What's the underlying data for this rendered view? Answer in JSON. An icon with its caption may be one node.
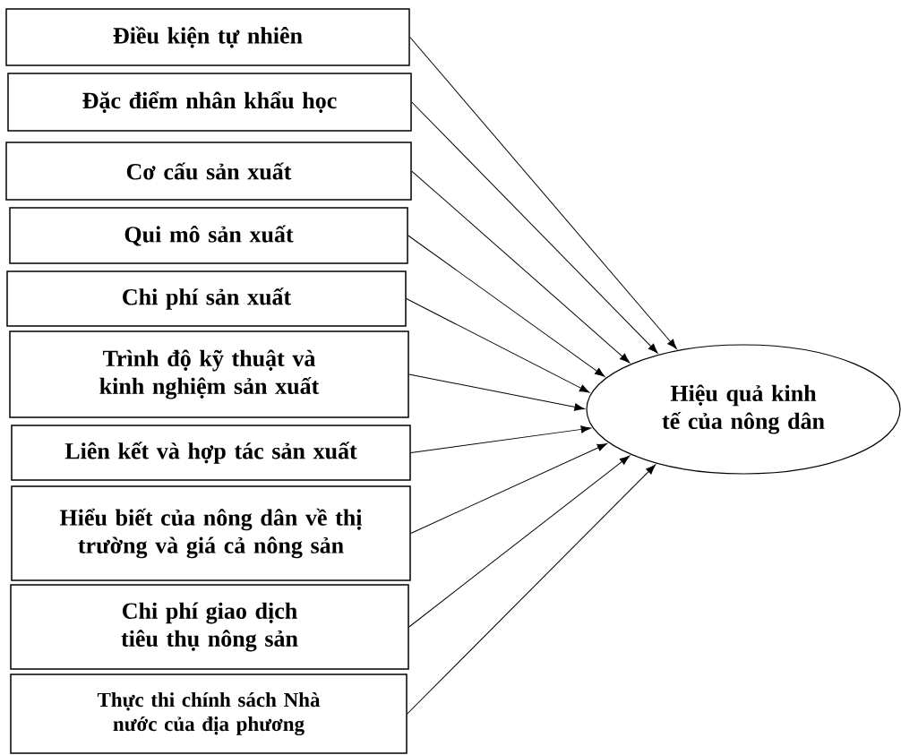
{
  "diagram": {
    "nodes": [
      {
        "text": [
          "Điều kiện tự nhiên"
        ]
      },
      {
        "text": [
          "Đặc điểm nhân khẩu học"
        ]
      },
      {
        "text": [
          "Cơ cấu sản xuất"
        ]
      },
      {
        "text": [
          "Qui mô sản xuất"
        ]
      },
      {
        "text": [
          "Chi phí sản xuất"
        ]
      },
      {
        "text": [
          "Trình độ kỹ thuật và kinh nghiệm sản xuất"
        ]
      },
      {
        "text": [
          "Liên kết và hợp tác sản xuất"
        ]
      },
      {
        "text": [
          "Hiểu biết của nông dân về thị trường và giá cả nông sản"
        ]
      },
      {
        "text": [
          "Chi phí giao dịch tiêu thụ nông sản"
        ]
      },
      {
        "text": [
          "Thực thi chính sách Nhà nước của địa phương"
        ]
      },
      {
        "text": [
          "Hiệu quả kinh tế của nông dân"
        ]
      }
    ],
    "edges": [
      {
        "from": 0,
        "to": 10,
        "arrow": "to"
      },
      {
        "from": 1,
        "to": 10,
        "arrow": "to"
      },
      {
        "from": 2,
        "to": 10,
        "arrow": "to"
      },
      {
        "from": 3,
        "to": 10,
        "arrow": "to"
      },
      {
        "from": 4,
        "to": 10,
        "arrow": "to"
      },
      {
        "from": 5,
        "to": 10,
        "arrow": "to"
      },
      {
        "from": 6,
        "to": 10,
        "arrow": "to"
      },
      {
        "from": 7,
        "to": 10,
        "arrow": "to"
      },
      {
        "from": 8,
        "to": 10,
        "arrow": "to"
      },
      {
        "from": 9,
        "to": 10,
        "arrow": "to"
      }
    ]
  }
}
